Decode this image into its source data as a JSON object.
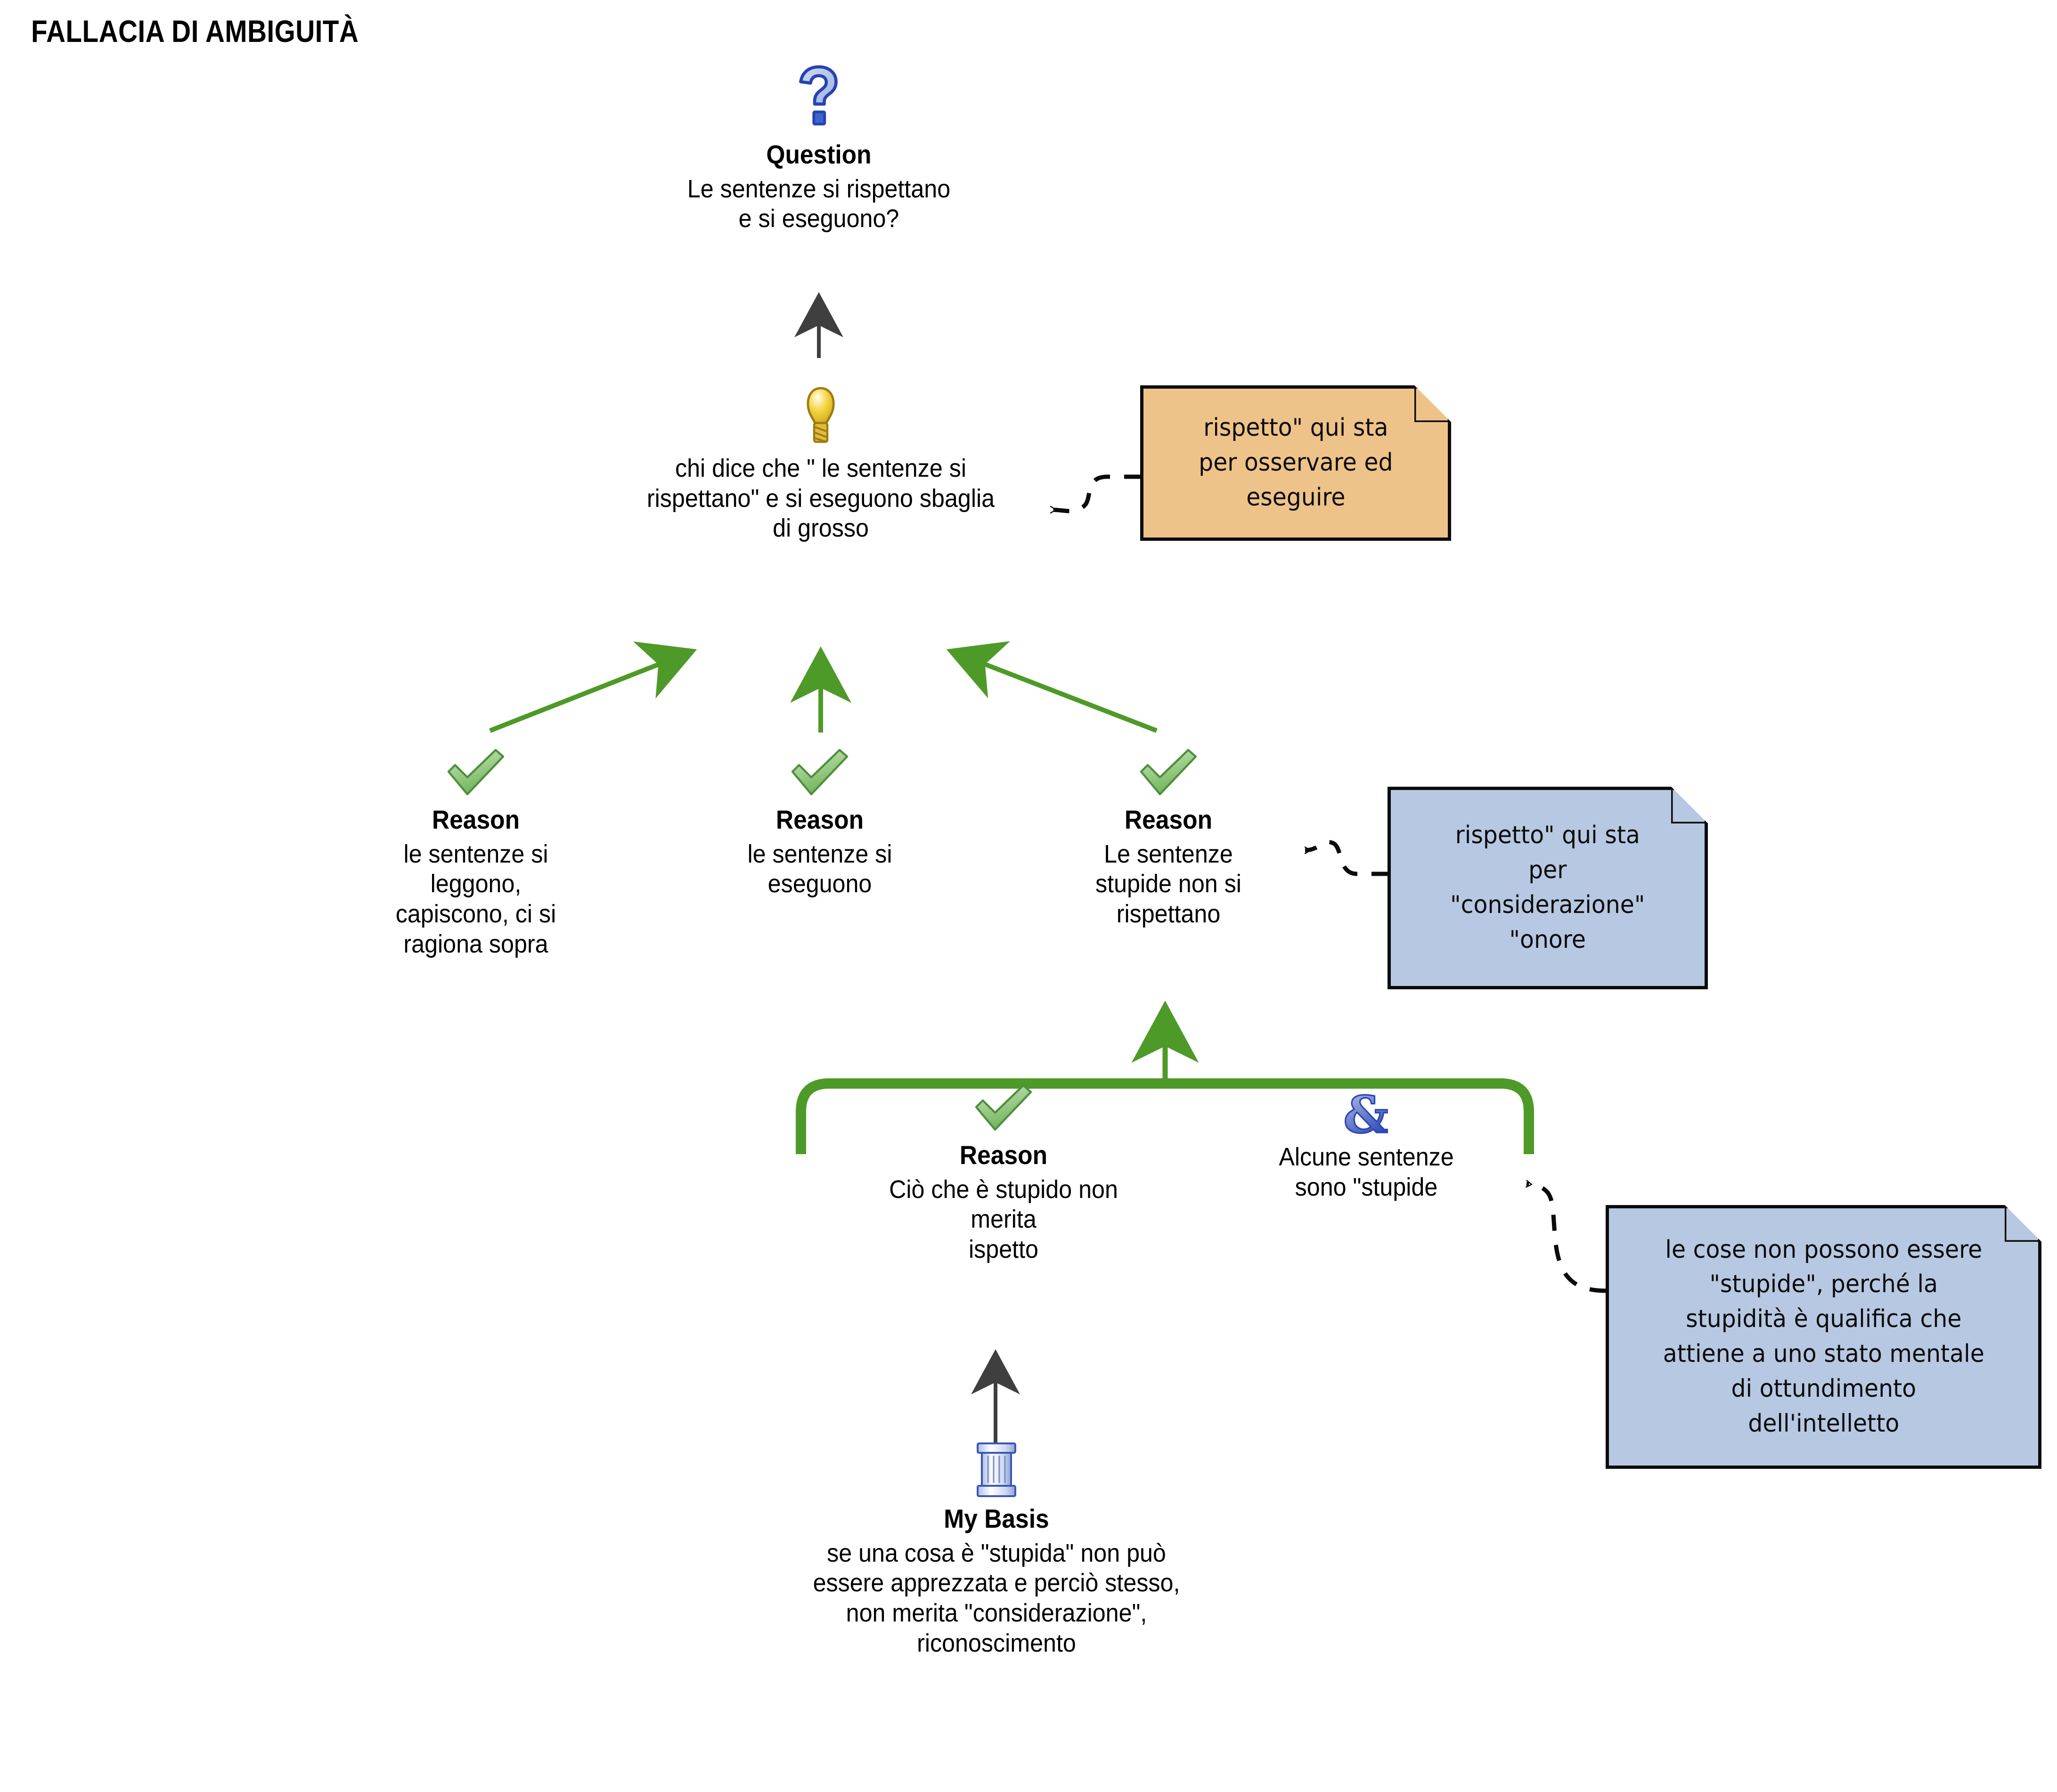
{
  "title": "FALLACIA DI AMBIGUITÀ",
  "colors": {
    "green_edge": "#4E9A28",
    "gray_edge": "#3F3F3F",
    "note_orange": "#EEC389",
    "note_blue": "#B7C8E2",
    "note_border": "#0B0B0B",
    "icon_blue": "#2A46B4",
    "icon_yellow": "#E8C534",
    "icon_green": "#74BB5E"
  },
  "nodes": {
    "question": {
      "icon": "question-mark-icon",
      "type_label": "Question",
      "text": "Le sentenze si rispettano\ne si eseguono?"
    },
    "claim": {
      "icon": "lightbulb-icon",
      "type_label": "",
      "text": "chi dice che \" le sentenze si\nrispettano\" e si eseguono sbaglia\ndi grosso"
    },
    "reason1": {
      "icon": "green-check-icon",
      "type_label": "Reason",
      "text": "le sentenze si\nleggono,\ncapiscono, ci si\nragiona sopra"
    },
    "reason2": {
      "icon": "green-check-icon",
      "type_label": "Reason",
      "text": "le sentenze si\neseguono"
    },
    "reason3": {
      "icon": "green-check-icon",
      "type_label": "Reason",
      "text": "Le sentenze\nstupide non si\nrispettano"
    },
    "reason4": {
      "icon": "green-check-icon",
      "type_label": "Reason",
      "text": "Ciò che è stupido non\nmerita\nispetto"
    },
    "cosupport": {
      "icon": "ampersand-icon",
      "type_label": "",
      "text": "Alcune sentenze\nsono \"stupide"
    },
    "basis": {
      "icon": "column-icon",
      "type_label": "My Basis",
      "text": "se una cosa è \"stupida\" non può\nessere apprezzata e perciò stesso,\nnon merita \"considerazione\",\nriconoscimento"
    }
  },
  "notes": {
    "note_orange": {
      "color": "orange",
      "text": "rispetto\" qui sta\nper osservare ed\neseguire"
    },
    "note_blue_top": {
      "color": "blue",
      "text": "rispetto\" qui sta\nper\n\"considerazione\"\n\"onore"
    },
    "note_blue_bottom": {
      "color": "blue",
      "text": "le cose non possono essere\n\"stupide\", perché la\nstupidità è qualifica che\nattiene a uno stato mentale\ndi ottundimento\ndell'intelletto"
    }
  }
}
